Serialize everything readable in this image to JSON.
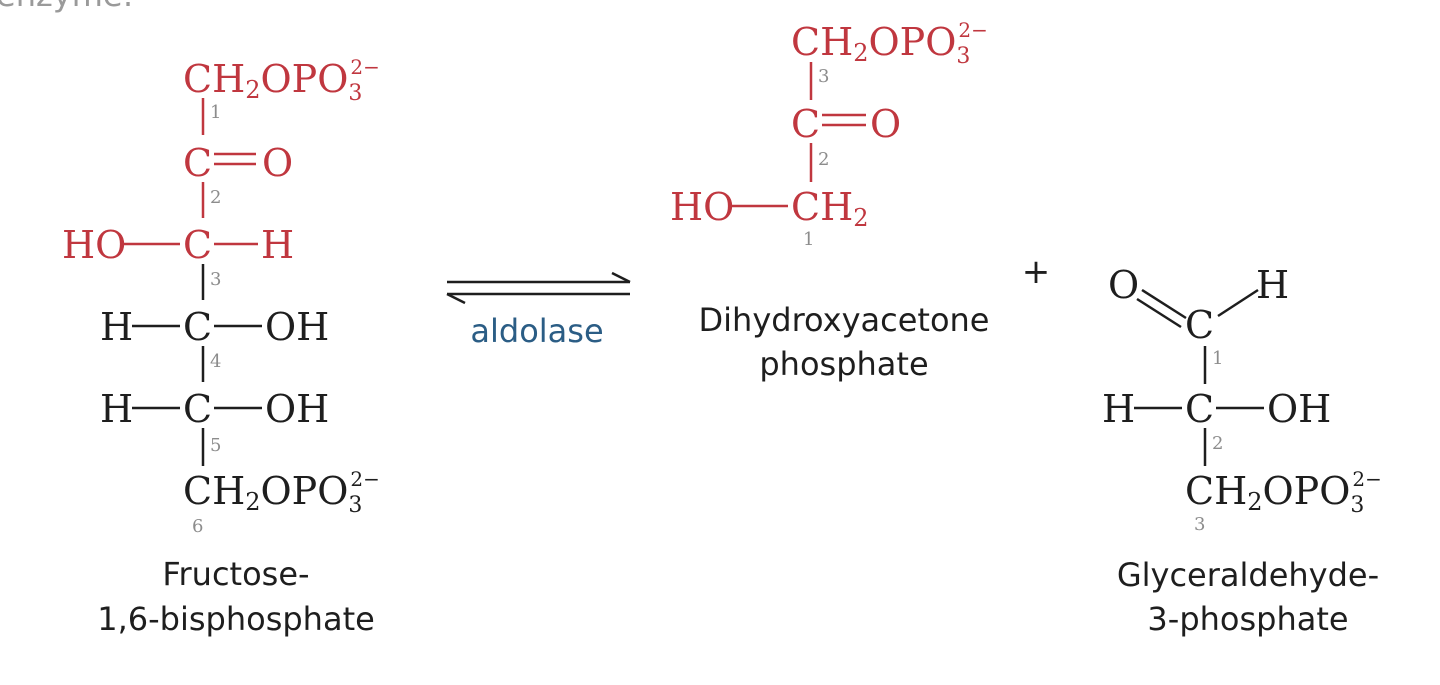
{
  "colors": {
    "red": "#c0373f",
    "black": "#1e1e1e",
    "gray": "#8c8c8c",
    "blue": "#2b5d85"
  },
  "top_cut_text": "enzyme:",
  "fbp": {
    "c1": "CH2OPO3 2-",
    "c2": "C=O",
    "c3": "HO-C-H",
    "c4": "H-C-OH",
    "c5": "H-C-OH",
    "c6": "CH2OPO3 2-",
    "numbers": [
      "1",
      "2",
      "3",
      "4",
      "5",
      "6"
    ],
    "name_line1": "Fructose-",
    "name_line2": "1,6-bisphosphate"
  },
  "arrow": {
    "enzyme": "aldolase",
    "icon": "equilibrium-arrows-icon"
  },
  "dhap": {
    "c3": "CH2OPO3 2-",
    "c2": "C=O",
    "c1": "HO-CH2",
    "numbers": [
      "3",
      "2",
      "1"
    ],
    "name_line1": "Dihydroxyacetone",
    "name_line2": "phosphate"
  },
  "plus": "+",
  "g3p": {
    "c1": "O=C-H",
    "c2": "H-C-OH",
    "c3": "CH2OPO3 2-",
    "numbers": [
      "1",
      "2",
      "3"
    ],
    "name_line1": "Glyceraldehyde-",
    "name_line2": "3-phosphate"
  }
}
